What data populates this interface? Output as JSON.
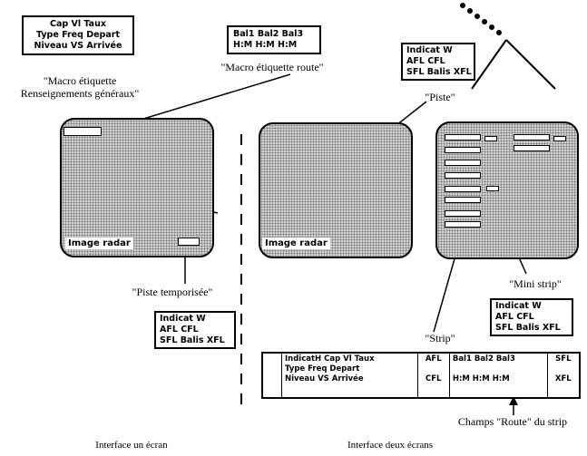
{
  "macro_general_box": {
    "line1": "Cap Vl Taux",
    "line2": "Type Freq  Depart",
    "line3": "Niveau VS Arrivée"
  },
  "macro_general_caption": {
    "line1": "\"Macro étiquette",
    "line2": "Renseignements généraux\""
  },
  "macro_route_box": {
    "line1": "Bal1  Bal2  Bal3",
    "line2": "H:M   H:M   H:M"
  },
  "macro_route_caption": "\"Macro étiquette route\"",
  "indicat_box_top": {
    "line1": "Indicat W",
    "line2": "AFL   CFL",
    "line3": "SFL Balis XFL"
  },
  "indicat_box_left": {
    "line1": "Indicat W",
    "line2": "AFL   CFL",
    "line3": "SFL Balis XFL"
  },
  "indicat_box_mini": {
    "line1": "Indicat W",
    "line2": "AFL   CFL",
    "line3": "SFL Balis XFL"
  },
  "piste_caption": "\"Piste\"",
  "piste_temporisee_caption": "\"Piste temporisée\"",
  "mini_strip_caption": "\"Mini strip\"",
  "strip_caption": "\"Strip\"",
  "image_radar_left": "Image radar",
  "image_radar_right": "Image radar",
  "strip": {
    "c1_l1": "IndicatH Cap Vl Taux",
    "c1_l2": "Type Freq  Depart",
    "c1_l3": "Niveau VS Arrivée",
    "c2_l1": "AFL",
    "c2_l3": "CFL",
    "c3_l1": "Bal1   Bal2  Bal3",
    "c3_l3": "H:M   H:M  H:M",
    "c4_l1": "SFL",
    "c4_l3": "XFL"
  },
  "champs_route_caption": "Champs \"Route\" du strip",
  "title_left": "Interface un écran",
  "title_right": "Interface deux écrans"
}
